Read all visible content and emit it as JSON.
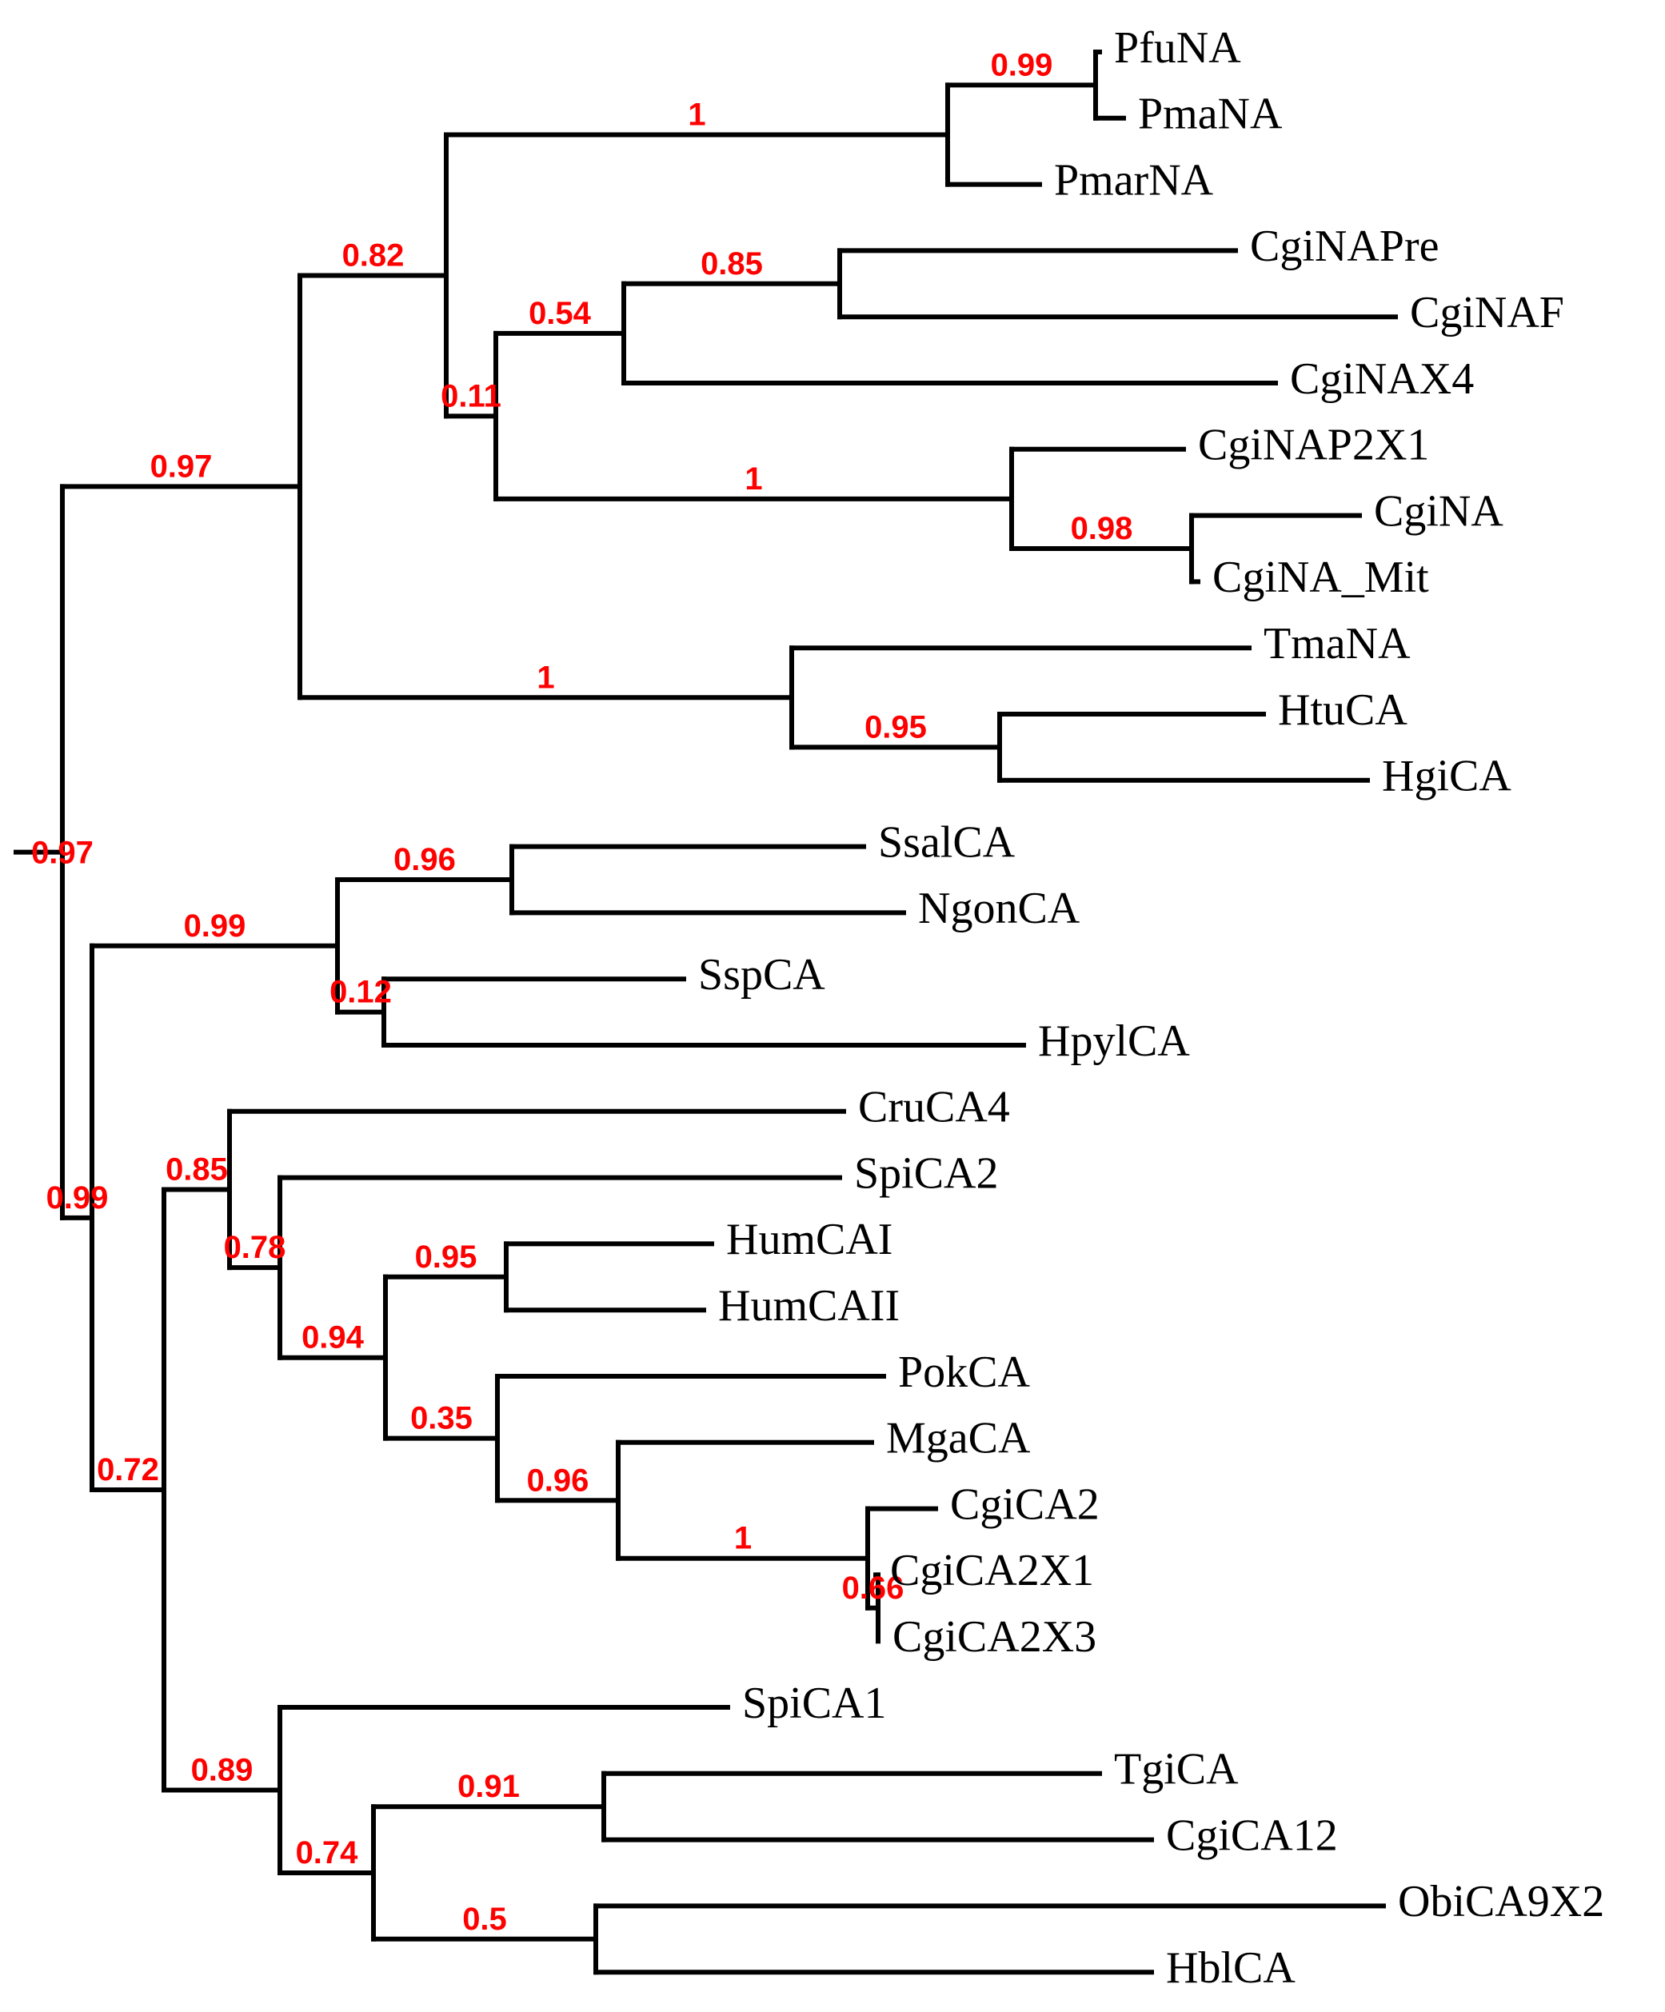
{
  "colors": {
    "branch": "#000000",
    "support_label": "#ff0000",
    "background": "#ffffff"
  },
  "leaves": [
    {
      "id": "PfuNA",
      "label": "PfuNA"
    },
    {
      "id": "PmaNA",
      "label": "PmaNA"
    },
    {
      "id": "PmarNA",
      "label": "PmarNA"
    },
    {
      "id": "CgiNAPre",
      "label": "CgiNAPre"
    },
    {
      "id": "CgiNAF",
      "label": "CgiNAF"
    },
    {
      "id": "CgiNAX4",
      "label": "CgiNAX4"
    },
    {
      "id": "CgiNAP2X1",
      "label": "CgiNAP2X1"
    },
    {
      "id": "CgiNA",
      "label": "CgiNA"
    },
    {
      "id": "CgiNA_Mit",
      "label": "CgiNA_Mit"
    },
    {
      "id": "TmaNA",
      "label": "TmaNA"
    },
    {
      "id": "HtuCA",
      "label": "HtuCA"
    },
    {
      "id": "HgiCA",
      "label": "HgiCA"
    },
    {
      "id": "SsalCA",
      "label": "SsalCA"
    },
    {
      "id": "NgonCA",
      "label": "NgonCA"
    },
    {
      "id": "SspCA",
      "label": "SspCA"
    },
    {
      "id": "HpylCA",
      "label": "HpylCA"
    },
    {
      "id": "CruCA4",
      "label": "CruCA4"
    },
    {
      "id": "SpiCA2",
      "label": "SpiCA2"
    },
    {
      "id": "HumCAI",
      "label": "HumCAI"
    },
    {
      "id": "HumCAII",
      "label": "HumCAII"
    },
    {
      "id": "PokCA",
      "label": "PokCA"
    },
    {
      "id": "MgaCA",
      "label": "MgaCA"
    },
    {
      "id": "CgiCA2",
      "label": "CgiCA2"
    },
    {
      "id": "CgiCA2X1",
      "label": "CgiCA2X1"
    },
    {
      "id": "CgiCA2X3",
      "label": "CgiCA2X3"
    },
    {
      "id": "SpiCA1",
      "label": "SpiCA1"
    },
    {
      "id": "TgiCA",
      "label": "TgiCA"
    },
    {
      "id": "CgiCA12",
      "label": "CgiCA12"
    },
    {
      "id": "ObiCA9X2",
      "label": "ObiCA9X2"
    },
    {
      "id": "HblCA",
      "label": "HblCA"
    }
  ],
  "internal_nodes": [
    {
      "id": "n_pfu_pma",
      "children": [
        "PfuNA",
        "PmaNA"
      ],
      "support": "0.99"
    },
    {
      "id": "n_pmar",
      "children": [
        "n_pfu_pma",
        "PmarNA"
      ],
      "support": "1"
    },
    {
      "id": "n_pre_f",
      "children": [
        "CgiNAPre",
        "CgiNAF"
      ],
      "support": "0.85"
    },
    {
      "id": "n_x4",
      "children": [
        "n_pre_f",
        "CgiNAX4"
      ],
      "support": "0.54"
    },
    {
      "id": "n_na_mit",
      "children": [
        "CgiNA",
        "CgiNA_Mit"
      ],
      "support": "0.98"
    },
    {
      "id": "n_p2x1",
      "children": [
        "CgiNAP2X1",
        "n_na_mit"
      ],
      "support": "1"
    },
    {
      "id": "n_cgi",
      "children": [
        "n_x4",
        "n_p2x1"
      ],
      "support": "0.11"
    },
    {
      "id": "n_na_all",
      "children": [
        "n_pmar",
        "n_cgi"
      ],
      "support": "0.82"
    },
    {
      "id": "n_htu_hgi",
      "children": [
        "HtuCA",
        "HgiCA"
      ],
      "support": "0.95"
    },
    {
      "id": "n_tma",
      "children": [
        "TmaNA",
        "n_htu_hgi"
      ],
      "support": "1"
    },
    {
      "id": "n_upper",
      "children": [
        "n_na_all",
        "n_tma"
      ],
      "support": "0.97"
    },
    {
      "id": "n_ssal_ngon",
      "children": [
        "SsalCA",
        "NgonCA"
      ],
      "support": "0.96"
    },
    {
      "id": "n_ssp_hpyl",
      "children": [
        "SspCA",
        "HpylCA"
      ],
      "support": "0.12"
    },
    {
      "id": "n_bact",
      "children": [
        "n_ssal_ngon",
        "n_ssp_hpyl"
      ],
      "support": "0.99"
    },
    {
      "id": "n_hum",
      "children": [
        "HumCAI",
        "HumCAII"
      ],
      "support": "0.95"
    },
    {
      "id": "n_x1_x3",
      "children": [
        "CgiCA2X1",
        "CgiCA2X3"
      ],
      "support": "0.66"
    },
    {
      "id": "n_cgica2",
      "children": [
        "CgiCA2",
        "n_x1_x3"
      ],
      "support": "1"
    },
    {
      "id": "n_mga",
      "children": [
        "MgaCA",
        "n_cgica2"
      ],
      "support": "0.96"
    },
    {
      "id": "n_pok",
      "children": [
        "PokCA",
        "n_mga"
      ],
      "support": "0.35"
    },
    {
      "id": "n_hum_pok",
      "children": [
        "n_hum",
        "n_pok"
      ],
      "support": "0.94"
    },
    {
      "id": "n_spica2",
      "children": [
        "SpiCA2",
        "n_hum_pok"
      ],
      "support": "0.78"
    },
    {
      "id": "n_cru",
      "children": [
        "CruCA4",
        "n_spica2"
      ],
      "support": "0.85"
    },
    {
      "id": "n_tgi_cgi12",
      "children": [
        "TgiCA",
        "CgiCA12"
      ],
      "support": "0.91"
    },
    {
      "id": "n_obi_hbl",
      "children": [
        "ObiCA9X2",
        "HblCA"
      ],
      "support": "0.5"
    },
    {
      "id": "n_ca_x",
      "children": [
        "n_tgi_cgi12",
        "n_obi_hbl"
      ],
      "support": "0.74"
    },
    {
      "id": "n_spica1",
      "children": [
        "SpiCA1",
        "n_ca_x"
      ],
      "support": "0.89"
    },
    {
      "id": "n_alpha",
      "children": [
        "n_cru",
        "n_spica1"
      ],
      "support": "0.72"
    },
    {
      "id": "n_lower",
      "children": [
        "n_bact",
        "n_alpha"
      ],
      "support": "0.99"
    },
    {
      "id": "root",
      "children": [
        "n_upper",
        "n_lower"
      ],
      "support": "0.97"
    }
  ]
}
